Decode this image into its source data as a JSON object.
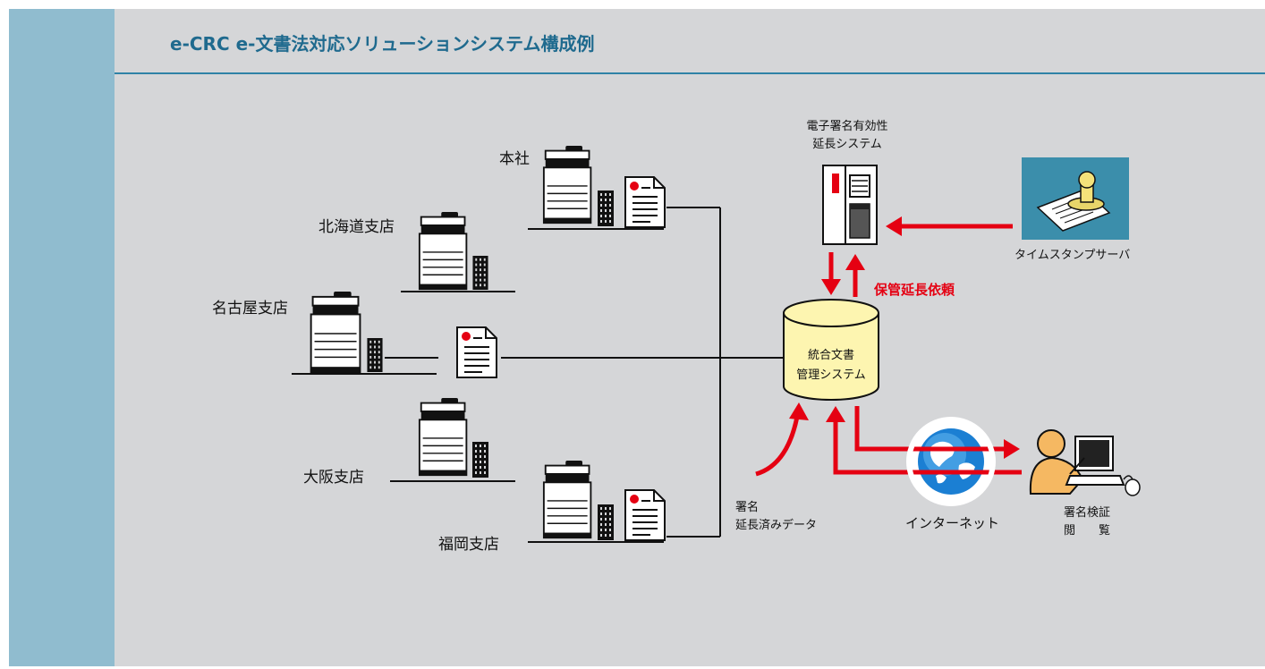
{
  "title": "e-CRC e-文書法対応ソリューションシステム構成例",
  "branches": {
    "honsha": "本社",
    "hokkaido": "北海道支店",
    "nagoya": "名古屋支店",
    "osaka": "大阪支店",
    "fukuoka": "福岡支店"
  },
  "signature_server": {
    "line1": "電子署名有効性",
    "line2": "延長システム"
  },
  "timestamp_server": "タイムスタンプサーバ",
  "storage_request": "保管延長依頼",
  "document_system": {
    "line1": "統合文書",
    "line2": "管理システム"
  },
  "signed_data": {
    "line1": "署名",
    "line2": "延長済みデータ"
  },
  "internet": "インターネット",
  "verification": {
    "line1": "署名検証",
    "line2": "閲　　覧"
  },
  "colors": {
    "sidebar": "#90bccf",
    "panel": "#d5d6d8",
    "accent_blue": "#1f6a8e",
    "arrow_red": "#e50012",
    "database_fill": "#fdf5b0",
    "timestamp_bg": "#3b8eab",
    "user_skin": "#f5b862"
  },
  "icons": [
    "copier-icon",
    "building-icon",
    "document-icon",
    "server-icon",
    "database-icon",
    "timestamp-stamp-icon",
    "globe-icon",
    "user-icon",
    "computer-monitor-icon",
    "mouse-icon"
  ]
}
